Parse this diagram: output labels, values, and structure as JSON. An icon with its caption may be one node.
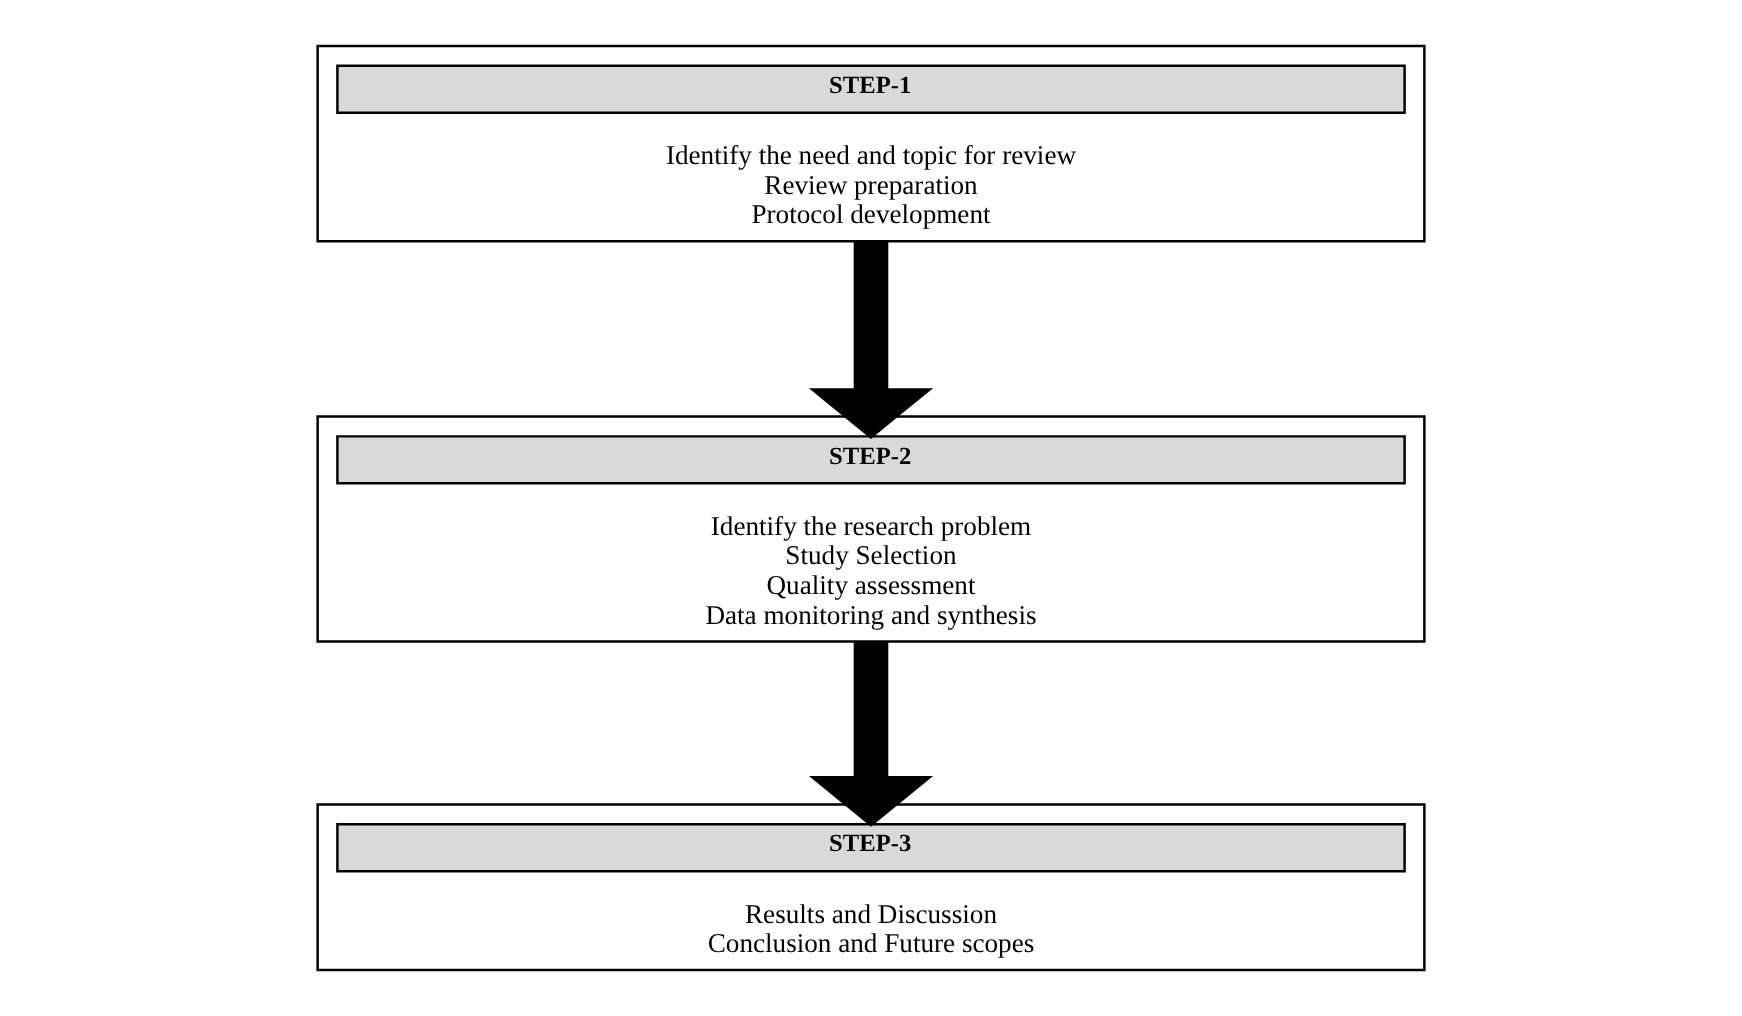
{
  "diagram": {
    "nodes": [
      {
        "text": [
          "Identify the need and topic for review",
          "Review preparation",
          "Protocol development"
        ]
      },
      {
        "text": [
          "STEP-1"
        ],
        "in": 0
      },
      {
        "text": [
          "Identify the research problem",
          "Study Selection",
          "Quality assessment",
          "Data monitoring and synthesis"
        ]
      },
      {
        "text": [
          "STEP-2"
        ],
        "in": 2
      },
      {
        "text": [
          "Results and Discussion",
          "Conclusion and Future scopes"
        ]
      },
      {
        "text": [
          "STEP-3"
        ],
        "in": 4
      }
    ],
    "edges": [
      {
        "from": 0,
        "to": 2,
        "arrow": "to"
      },
      {
        "from": 2,
        "to": 4,
        "arrow": "to"
      }
    ]
  }
}
